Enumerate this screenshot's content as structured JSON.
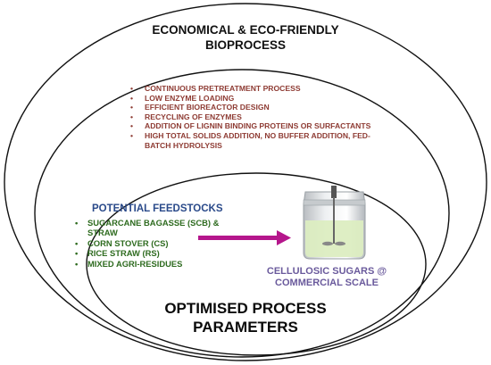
{
  "outer_title": "ECONOMICAL & ECO-FRIENDLY BIOPROCESS",
  "strategies": [
    "CONTINUOUS PRETREATMENT PROCESS",
    "LOW ENZYME LOADING",
    "EFFICIENT BIOREACTOR DESIGN",
    "RECYCLING OF ENZYMES",
    "ADDITION OF LIGNIN BINDING PROTEINS OR SURFACTANTS",
    "HIGH TOTAL SOLIDS ADDITION, NO BUFFER ADDITION, FED-BATCH HYDROLYSIS"
  ],
  "faint_text": [
    "",
    ""
  ],
  "feedstocks": {
    "title": "POTENTIAL FEEDSTOCKS",
    "items": [
      "SUGARCANE BAGASSE (SCB) & STRAW",
      "CORN STOVER (CS)",
      "RICE STRAW (RS)",
      "MIXED AGRI-RESIDUES"
    ]
  },
  "product": "CELLULOSIC SUGARS @ COMMERCIAL SCALE",
  "inner_title": "OPTIMISED PROCESS PARAMETERS",
  "colors": {
    "strategy_text": "#8e3b33",
    "feedstock_title": "#2a4a8a",
    "feedstock_text": "#2e6b1f",
    "product_text": "#6a5a9c",
    "arrow": "#b5168c",
    "liquid": "#dcedc1"
  },
  "icons": [
    "bioreactor-icon",
    "arrow-right-icon"
  ]
}
